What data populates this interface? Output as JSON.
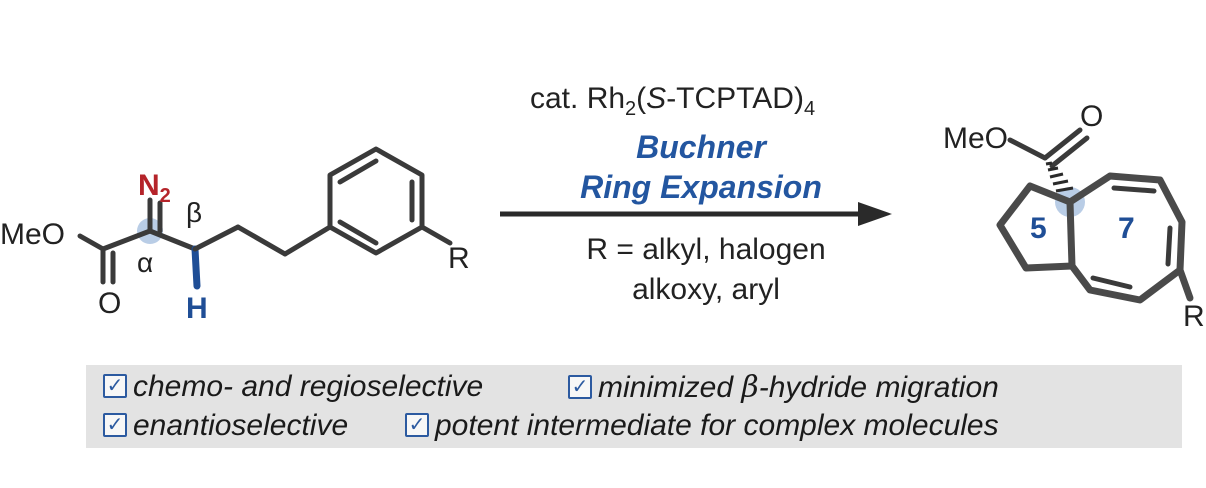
{
  "reagent": {
    "catalyst_prefix": "cat. Rh",
    "catalyst_sub1": "2",
    "catalyst_paren_open": "(",
    "catalyst_italic": "S",
    "catalyst_rest": "-TCPTAD)",
    "catalyst_sub2": "4"
  },
  "reaction_name": {
    "line1": "Buchner",
    "line2": "Ring Expansion"
  },
  "conditions": {
    "line1": "R = alkyl, halogen",
    "line2": "alkoxy, aryl"
  },
  "substrate": {
    "meo": "MeO",
    "carbonyl_o": "O",
    "n2": "N",
    "n2_sub": "2",
    "alpha": "α",
    "beta": "β",
    "h": "H",
    "r": "R"
  },
  "product": {
    "meo": "MeO",
    "carbonyl_o": "O",
    "ring5": "5",
    "ring7": "7",
    "r": "R"
  },
  "features": {
    "f1": "chemo- and regioselective",
    "f2_prefix": "minimized ",
    "f2_greek": "β",
    "f2_suffix": "-hydride migration",
    "f3": "enantioselective",
    "f4": "potent intermediate for complex molecules"
  },
  "checkbox_glyph": "✓",
  "colors": {
    "n2_red": "#b5242a",
    "h_blue": "#1f4e96",
    "name_blue": "#2356a0",
    "highlight": "#b9cde6",
    "panel": "#e3e3e3"
  }
}
